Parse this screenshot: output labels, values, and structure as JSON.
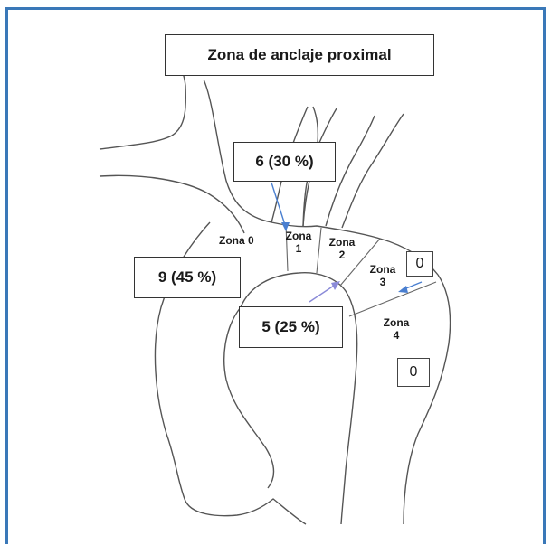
{
  "title": "Zona de anclaje proximal",
  "zones": [
    {
      "label": "Zona 0"
    },
    {
      "label": "Zona",
      "number": "1"
    },
    {
      "label": "Zona",
      "number": "2"
    },
    {
      "label": "Zona",
      "number": "3"
    },
    {
      "label": "Zona",
      "number": "4"
    }
  ],
  "counts": {
    "zona1": "6 (30 %)",
    "zona0": "9 (45 %)",
    "zona2": "5 (25 %)",
    "zona3": "0",
    "zona4": "0"
  },
  "colors": {
    "frame": "#3a78b8",
    "arrow": "#4a7fd0",
    "outline": "#555555"
  }
}
